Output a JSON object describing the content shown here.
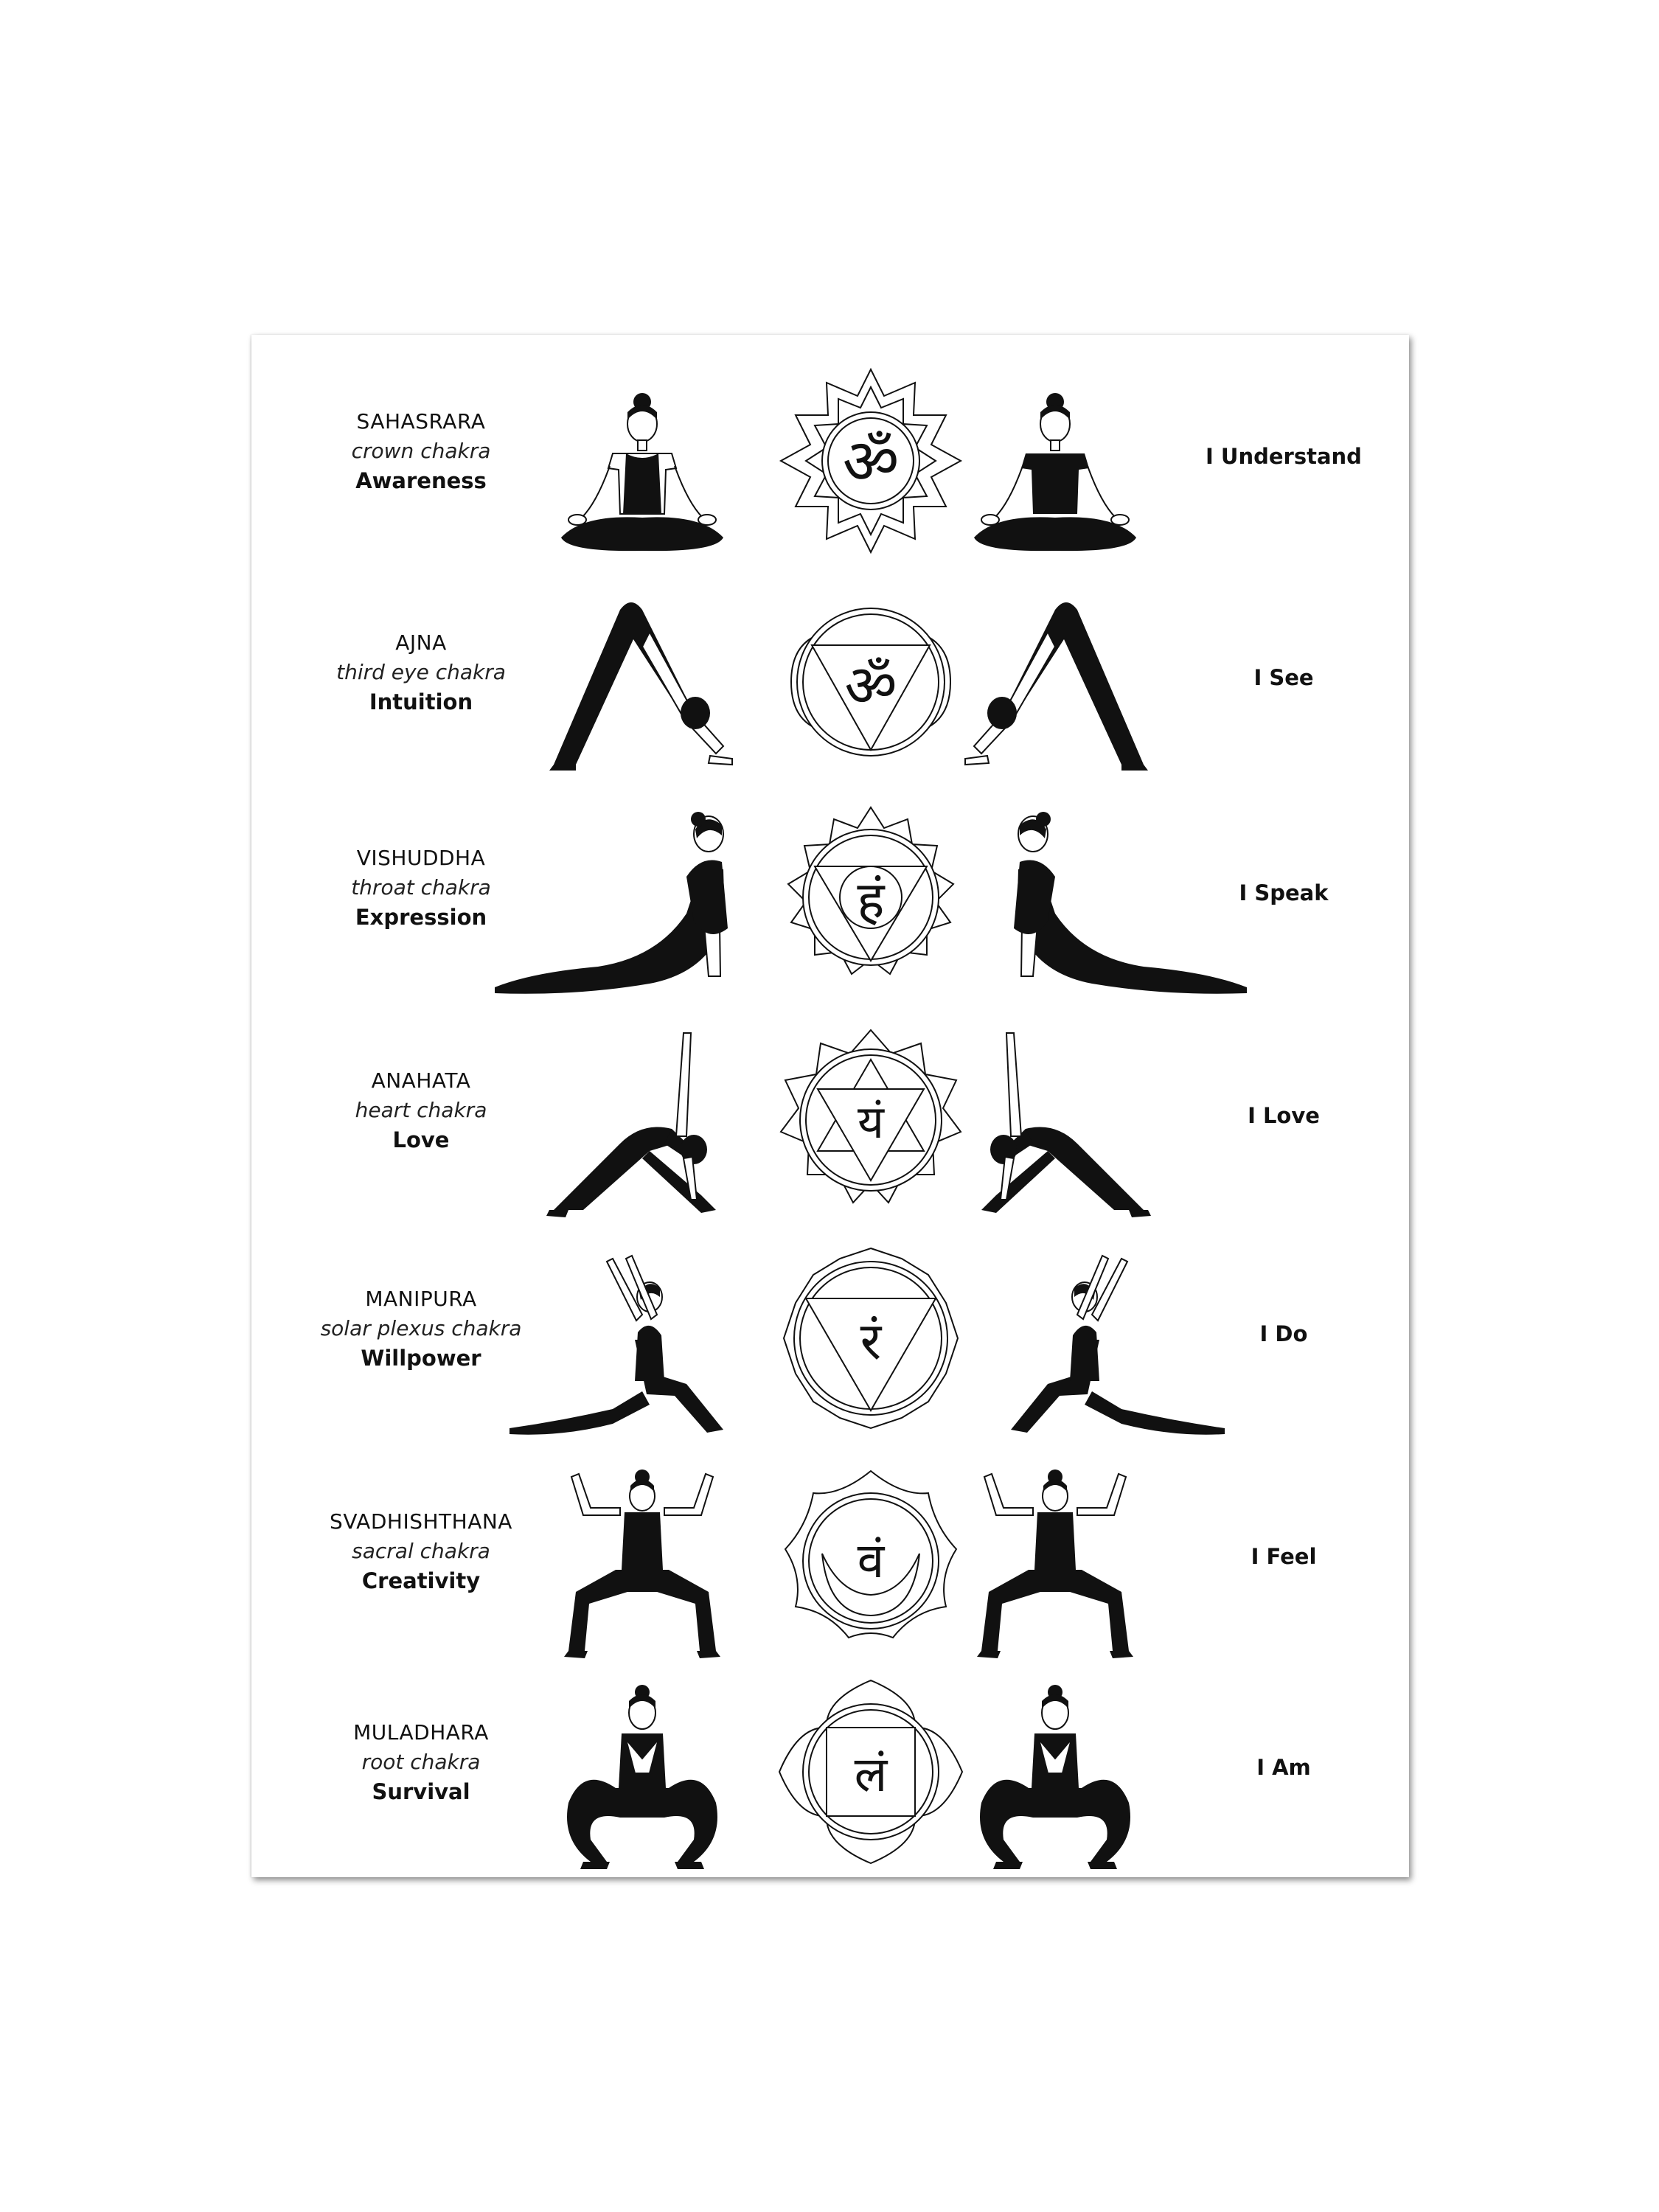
{
  "chakras": [
    {
      "name": "SAHASRARA",
      "subtitle": "crown chakra",
      "keyword": "Awareness",
      "affirmation": "I Understand",
      "glyph": "ॐ",
      "pose": "seated-lotus-icon",
      "symbol": "thousand-petal-lotus-icon"
    },
    {
      "name": "AJNA",
      "subtitle": "third eye chakra",
      "keyword": "Intuition",
      "affirmation": "I See",
      "glyph": "ॐ",
      "pose": "downward-dog-icon",
      "symbol": "two-petal-triangle-icon"
    },
    {
      "name": "VISHUDDHA",
      "subtitle": "throat chakra",
      "keyword": "Expression",
      "affirmation": "I Speak",
      "glyph": "हं",
      "pose": "cobra-pose-icon",
      "symbol": "sixteen-petal-lotus-icon"
    },
    {
      "name": "ANAHATA",
      "subtitle": "heart chakra",
      "keyword": "Love",
      "affirmation": "I Love",
      "glyph": "यं",
      "pose": "triangle-pose-icon",
      "symbol": "hexagram-lotus-icon"
    },
    {
      "name": "MANIPURA",
      "subtitle": "solar plexus chakra",
      "keyword": "Willpower",
      "affirmation": "I Do",
      "glyph": "रं",
      "pose": "crescent-lunge-icon",
      "symbol": "ten-petal-triangle-icon"
    },
    {
      "name": "SVADHISHTHANA",
      "subtitle": "sacral chakra",
      "keyword": "Creativity",
      "affirmation": "I Feel",
      "glyph": "वं",
      "pose": "goddess-pose-icon",
      "symbol": "six-petal-crescent-icon"
    },
    {
      "name": "MULADHARA",
      "subtitle": "root chakra",
      "keyword": "Survival",
      "affirmation": "I Am",
      "glyph": "लं",
      "pose": "garland-squat-icon",
      "symbol": "four-petal-square-icon"
    }
  ]
}
